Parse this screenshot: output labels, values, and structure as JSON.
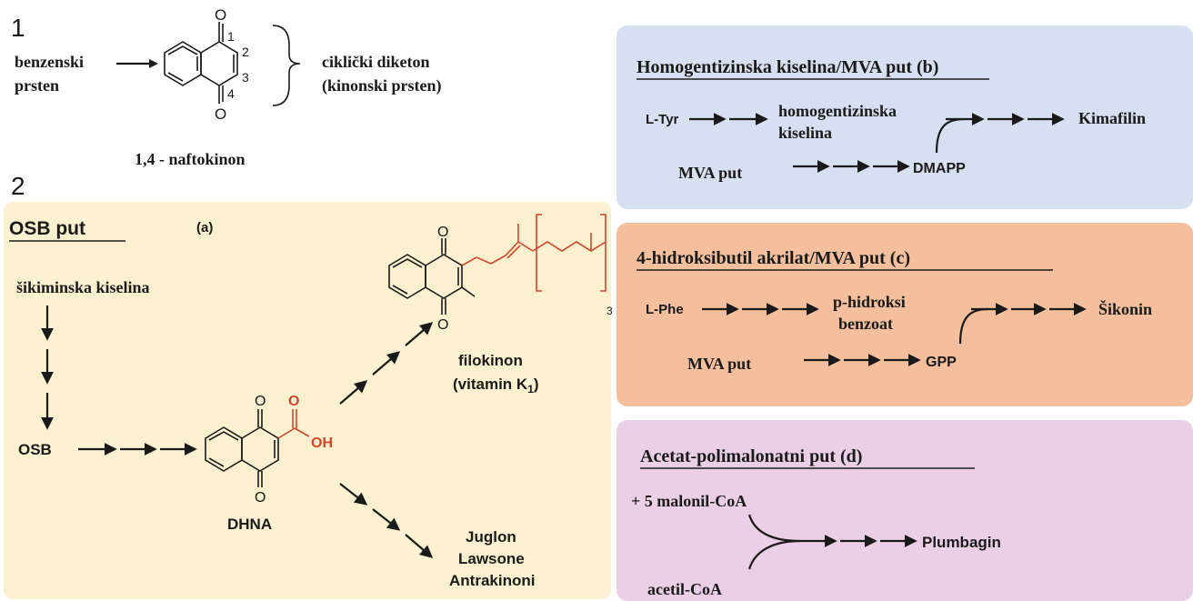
{
  "colors": {
    "panel_a": "#fbf0cf",
    "panel_b": "#d7e0f1",
    "panel_c": "#f3bf9c",
    "panel_d": "#ebcfe6",
    "chem_red": "#d0472a",
    "ink": "#1a1a1a"
  },
  "part1": {
    "number": "1",
    "benzene_label_line1": "benzenski",
    "benzene_label_line2": "prsten",
    "ring_numbers": [
      "1",
      "2",
      "3",
      "4"
    ],
    "oxygen": "O",
    "diketone_line1": "ciklički diketon",
    "diketone_line2": "(kinonski prsten)",
    "compound_name": "1,4 - naftokinon"
  },
  "part2": {
    "number": "2",
    "panel_a": {
      "title": "OSB  put",
      "tag": "(a)",
      "start": "šikiminska kiselina",
      "osb": "OSB",
      "dhna": "DHNA",
      "oxygen": "O",
      "oh": "OH",
      "phylloquinone_line1": "filokinon",
      "phylloquinone_line2": "(vitamin K",
      "phylloquinone_sub": "1",
      "phylloquinone_close": ")",
      "repeat_sub": "3",
      "products": [
        "Juglon",
        "Lawsone",
        "Antrakinoni"
      ]
    },
    "panel_b": {
      "title": "Homogentizinska kiselina/MVA put (b)",
      "start": "L-Tyr",
      "intermediate_line1": "homogentizinska",
      "intermediate_line2": "kiselina",
      "product": "Kimafilin",
      "side_start": "MVA put",
      "side_product": "DMAPP"
    },
    "panel_c": {
      "title": "4-hidroksibutil akrilat/MVA put (c)",
      "start": "L-Phe",
      "intermediate_line1": "p-hidroksi",
      "intermediate_line2": "benzoat",
      "product": "Šikonin",
      "side_start": "MVA put",
      "side_product": "GPP"
    },
    "panel_d": {
      "title": "Acetat-polimalonatni put (d)",
      "reagent_top": "+ 5  malonil-CoA",
      "reagent_bottom": "acetil-CoA",
      "product": "Plumbagin"
    }
  }
}
